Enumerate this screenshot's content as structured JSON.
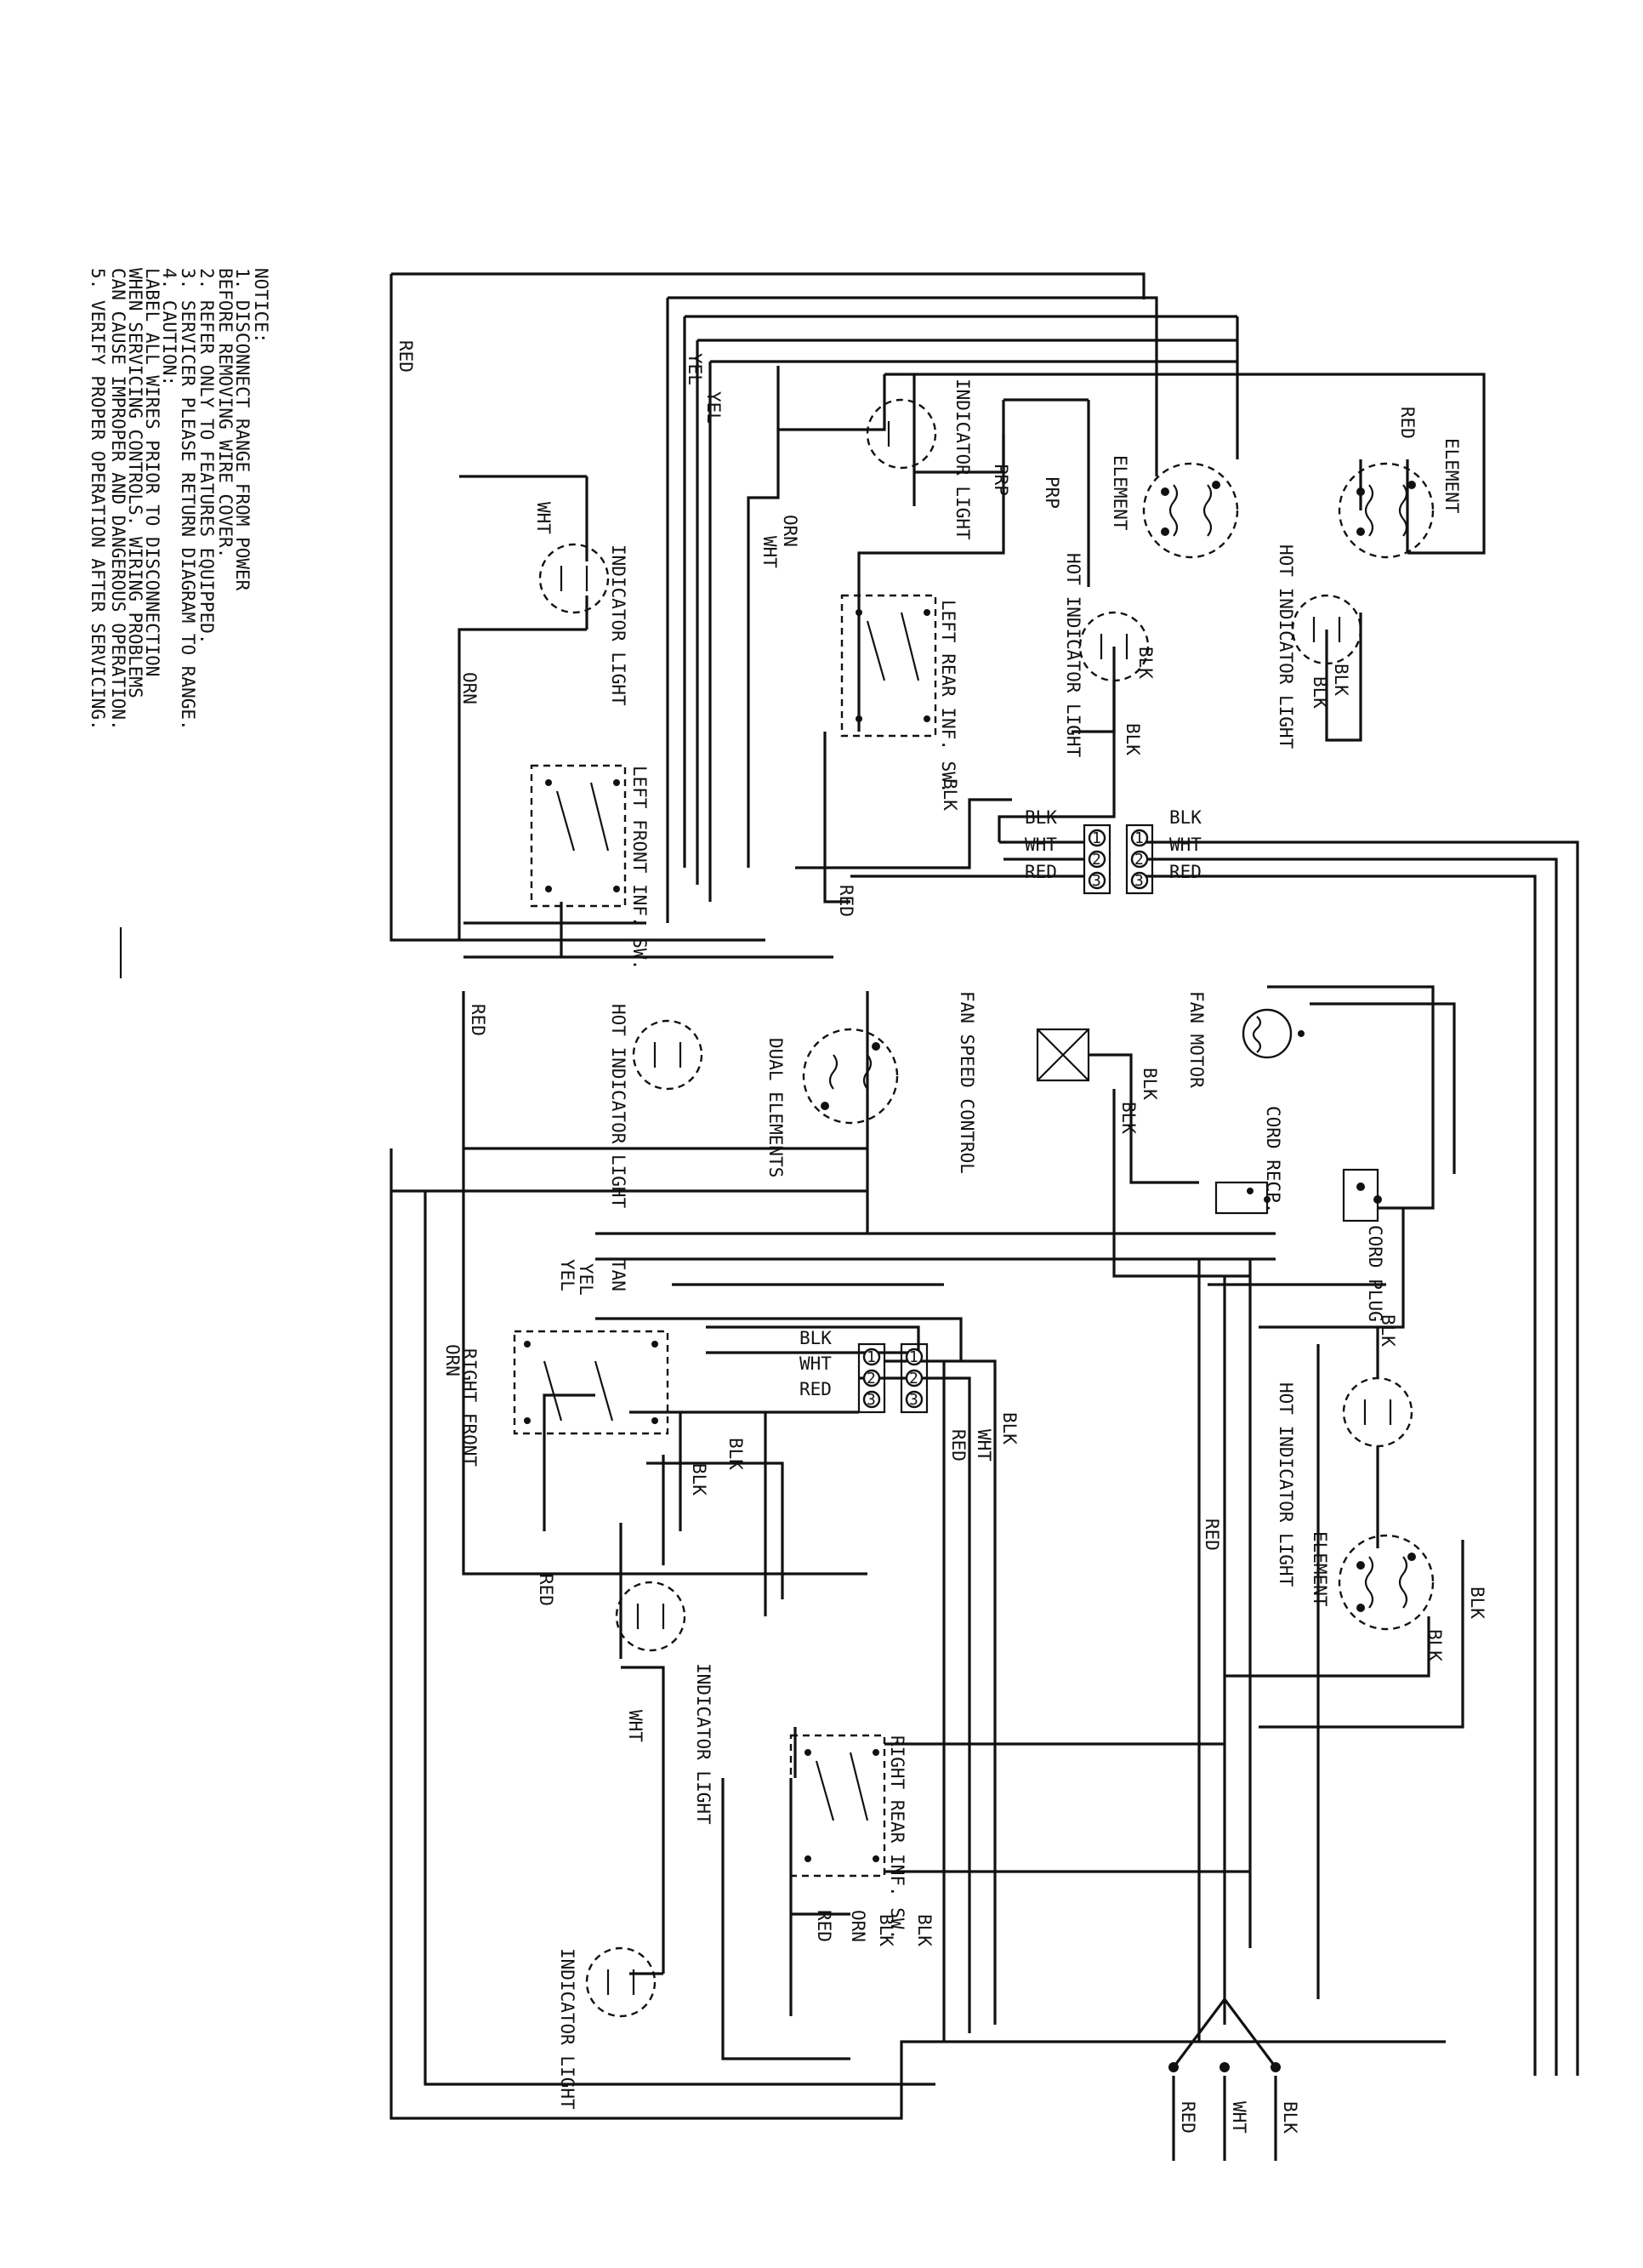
{
  "notice": {
    "heading": "NOTICE:",
    "lines": [
      "1.  DISCONNECT RANGE FROM POWER",
      "    BEFORE REMOVING WIRE COVER.",
      "2.  REFER ONLY TO FEATURES EQUIPPED.",
      "3.  SERVICER PLEASE RETURN DIAGRAM TO RANGE.",
      "4.  CAUTION:",
      "    LABEL ALL WIRES PRIOR TO DISCONNECTION",
      "    WHEN SERVICING CONTROLS. WIRING PROBLEMS",
      "    CAN CAUSE IMPROPER AND DANGEROUS OPERATION.",
      "5.  VERIFY PROPER OPERATION AFTER SERVICING."
    ]
  },
  "components": {
    "element": "ELEMENT",
    "hot_indicator_light": "HOT INDICATOR LIGHT",
    "indicator_light": "INDICATOR LIGHT",
    "left_rear_switch": "LEFT REAR INF. SW.",
    "left_front_switch": "LEFT FRONT INF. SW.",
    "right_front_switch": "RIGHT FRONT",
    "right_rear_switch": "RIGHT REAR INF. SW.",
    "dual_elements": "DUAL ELEMENTS",
    "fan_motor": "FAN MOTOR",
    "fan_speed_control": "FAN SPEED CONTROL",
    "cord_recp": "CORD RECP.",
    "cord_plug": "CORD PLUG"
  },
  "wire_labels": {
    "red": "RED",
    "yel": "YEL",
    "prp": "PRP",
    "orn": "ORN",
    "wht": "WHT",
    "blk": "BLK",
    "tan": "TAN"
  },
  "terminal_numbers": [
    "1",
    "2",
    "3"
  ],
  "colors": {
    "ink": "#111111",
    "paper": "#ffffff"
  }
}
